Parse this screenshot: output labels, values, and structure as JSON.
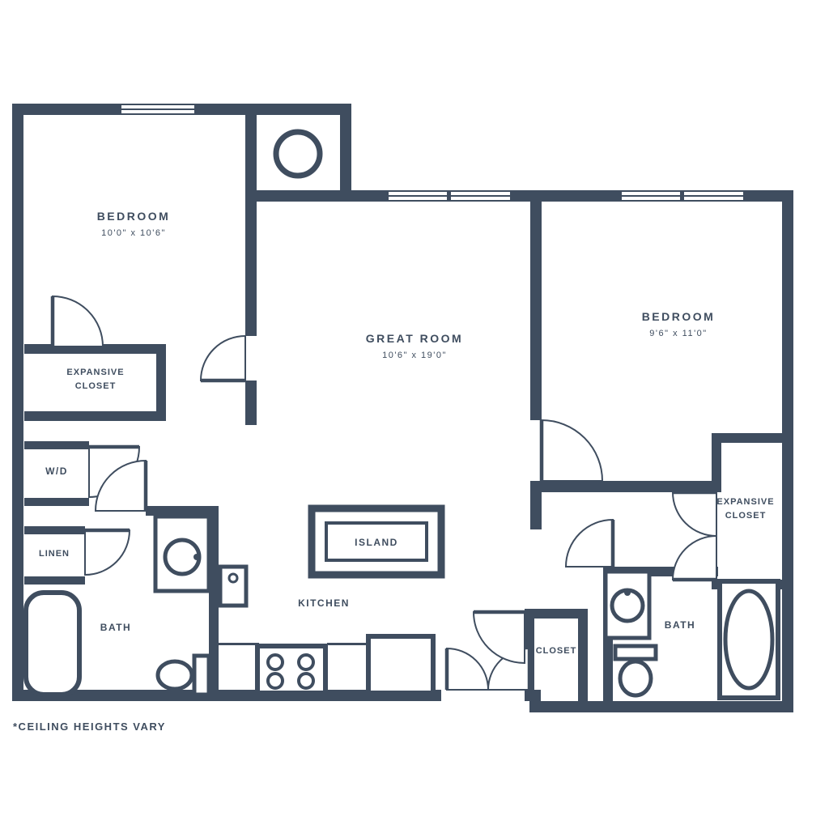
{
  "colors": {
    "wall": "#3F4D5F",
    "background": "#FFFFFF"
  },
  "footnote": "*CEILING HEIGHTS VARY",
  "labels": {
    "bedroom1": {
      "name": "BEDROOM",
      "dims": "10'0\" x 10'6\""
    },
    "great_room": {
      "name": "GREAT ROOM",
      "dims": "10'6\" x 19'0\""
    },
    "bedroom2": {
      "name": "BEDROOM",
      "dims": "9'6\" x 11'0\""
    },
    "closet1": {
      "line1": "EXPANSIVE",
      "line2": "CLOSET"
    },
    "closet2": {
      "line1": "EXPANSIVE",
      "line2": "CLOSET"
    },
    "washer_dryer": "W/D",
    "linen": "LINEN",
    "bath1": "BATH",
    "bath2": "BATH",
    "island": "ISLAND",
    "kitchen": "KITCHEN",
    "closet3": "CLOSET"
  }
}
